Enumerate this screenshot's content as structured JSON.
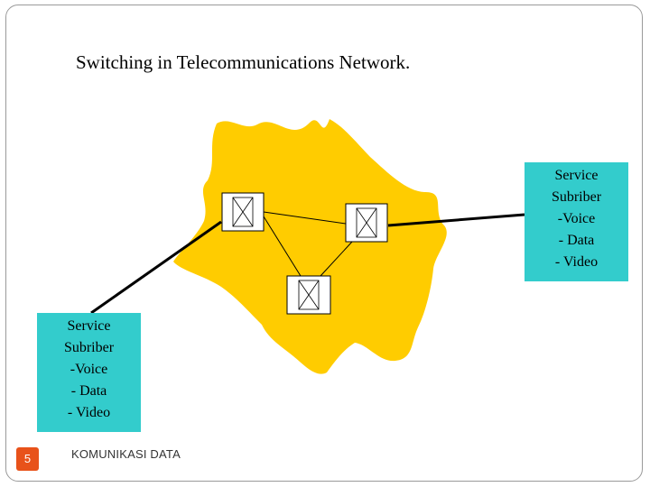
{
  "title": "Switching in Telecommunications Network.",
  "network_cloud_color": "#ffcc00",
  "subscriber_box_color": "#33cccc",
  "subscribers": [
    {
      "lines": [
        "Service",
        "Subriber",
        "-Voice",
        "- Data",
        "- Video"
      ]
    },
    {
      "lines": [
        "Service",
        "Subriber",
        "-Voice",
        "- Data",
        "- Video"
      ]
    }
  ],
  "switch_icon": "switch-node-icon",
  "footer": {
    "page_number": "5",
    "text": "KOMUNIKASI DATA",
    "badge_color": "#e8521a"
  }
}
